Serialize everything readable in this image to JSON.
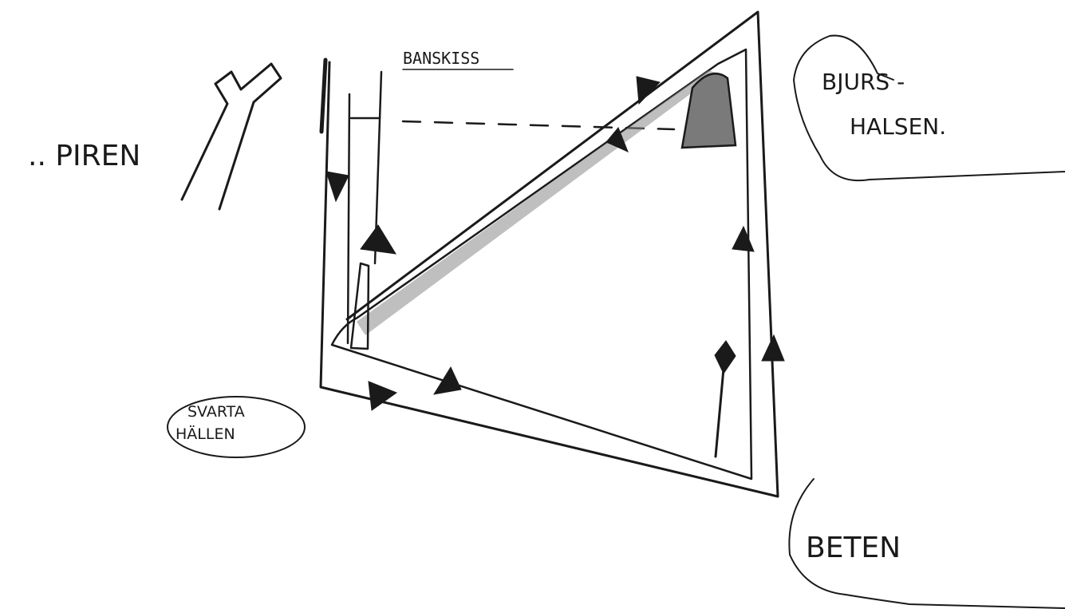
{
  "title": "BANSKISS",
  "labels": {
    "piren": ".. PIREN",
    "bjurs": "BJURS -",
    "halsen": "HALSEN.",
    "svarta": "SVARTA",
    "hallen": "HÄLLEN",
    "beten": "BETEN"
  },
  "colors": {
    "ink": "#1a1a1a",
    "paper": "#ffffff",
    "shade": "#8a8a8a"
  },
  "icons": [
    "course-arrow-icon",
    "buoy-marker-icon",
    "pier-icon",
    "island-icon"
  ]
}
